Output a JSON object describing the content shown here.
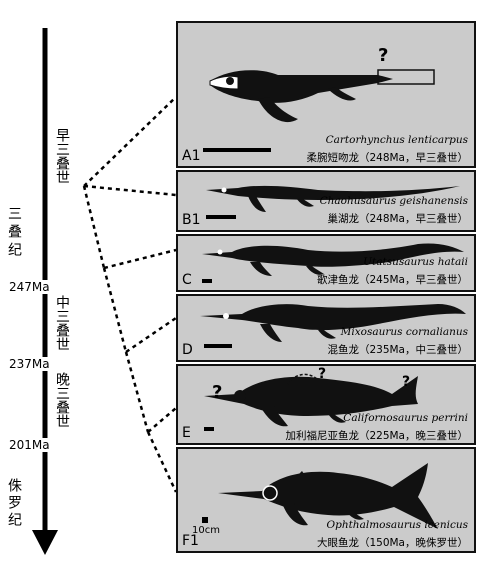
{
  "timeline": {
    "triassic": "三叠纪",
    "early_triassic": "早三叠世",
    "middle_triassic": "中三叠世",
    "late_triassic": "晚三叠世",
    "jurassic": "侏罗纪",
    "ma_247": "247Ma",
    "ma_237": "237Ma",
    "ma_201": "201Ma"
  },
  "panels": [
    {
      "label": "A1",
      "scientific_name": "Cartorhynchus lenticarpus",
      "chinese_name": "柔腕短吻龙（248Ma，早三叠世）",
      "question_mark": "?"
    },
    {
      "label": "B1",
      "scientific_name": "Chaohusaurus geishanensis",
      "chinese_name": "巢湖龙（248Ma，早三叠世）"
    },
    {
      "label": "C",
      "scientific_name": "Utatsusaurus hataii",
      "chinese_name": "歌津鱼龙（245Ma，早三叠世）"
    },
    {
      "label": "D",
      "scientific_name": "Mixosaurus cornalianus",
      "chinese_name": "混鱼龙（235Ma，中三叠世）"
    },
    {
      "label": "E",
      "scientific_name": "Californosaurus perrini",
      "chinese_name": "加利福尼亚鱼龙（225Ma，晚三叠世）",
      "question_marks": [
        "?",
        "?",
        "?"
      ]
    },
    {
      "label": "F1",
      "scientific_name": "Ophthalmosaurus icenicus",
      "chinese_name": "大眼鱼龙（150Ma，晚侏罗世）",
      "scale_text": "10cm"
    }
  ]
}
